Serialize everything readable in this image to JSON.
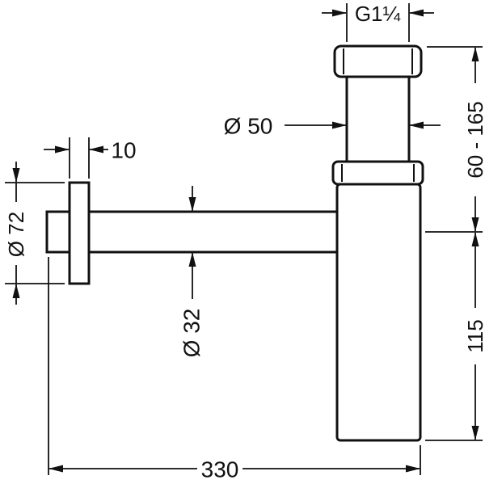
{
  "drawing": {
    "labels": {
      "thread": "G1¼",
      "top_pipe_diameter": "Ø 50",
      "flange_thickness": "10",
      "flange_diameter": "Ø 72",
      "horizontal_pipe_diameter": "Ø 32",
      "adjustable_height_range": "60 - 165",
      "body_height": "115",
      "total_length": "330"
    },
    "colors": {
      "line": "#111111",
      "background": "#ffffff"
    }
  }
}
